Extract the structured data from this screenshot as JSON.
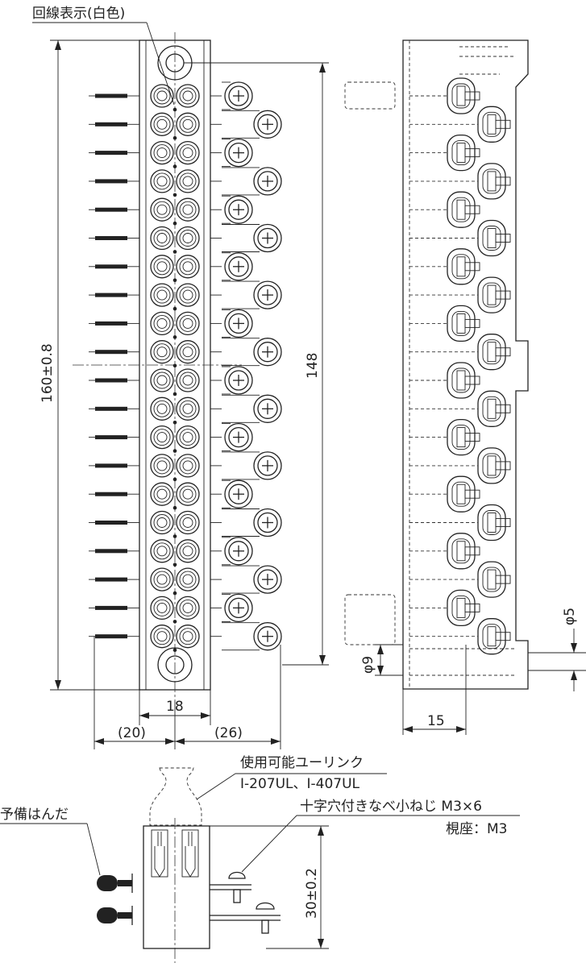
{
  "labels": {
    "circuit_display": "回線表示(白色)",
    "usable_link_title": "使用可能ユーリンク",
    "usable_link_models": "I-207UL、I-407UL",
    "screw_spec": "十字穴付きなべ小ねじ M3×6",
    "insert_spec": "梘座：M3",
    "spare_solder": "予備はんだ"
  },
  "dimensions": {
    "overall_length": "160±0.8",
    "pitch_length": "148",
    "body_width": "18",
    "left_extent": "(20)",
    "right_extent": "(26)",
    "side_width": "15",
    "hole_phi9": "φ9",
    "hole_phi5": "φ5",
    "height": "30±0.2"
  },
  "colors": {
    "line": "#222222",
    "background": "#ffffff"
  }
}
